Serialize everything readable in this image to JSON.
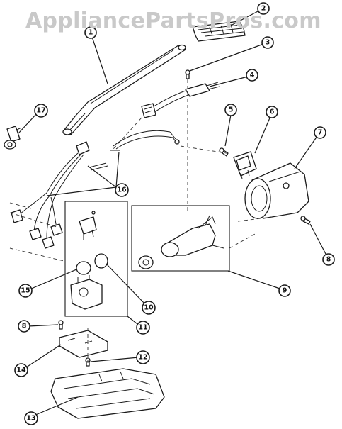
{
  "watermark": "AppliancePartsPros.com",
  "callouts": [
    {
      "id": "c1",
      "label": "1"
    },
    {
      "id": "c2",
      "label": "2"
    },
    {
      "id": "c3",
      "label": "3"
    },
    {
      "id": "c4",
      "label": "4"
    },
    {
      "id": "c5",
      "label": "5"
    },
    {
      "id": "c6",
      "label": "6"
    },
    {
      "id": "c7",
      "label": "7"
    },
    {
      "id": "c8a",
      "label": "8"
    },
    {
      "id": "c9",
      "label": "9"
    },
    {
      "id": "c10",
      "label": "10"
    },
    {
      "id": "c11",
      "label": "11"
    },
    {
      "id": "c12",
      "label": "12"
    },
    {
      "id": "c8b",
      "label": "8"
    },
    {
      "id": "c14",
      "label": "14"
    },
    {
      "id": "c13",
      "label": "13"
    },
    {
      "id": "c15",
      "label": "15"
    },
    {
      "id": "c16",
      "label": "16"
    },
    {
      "id": "c17",
      "label": "17"
    }
  ]
}
